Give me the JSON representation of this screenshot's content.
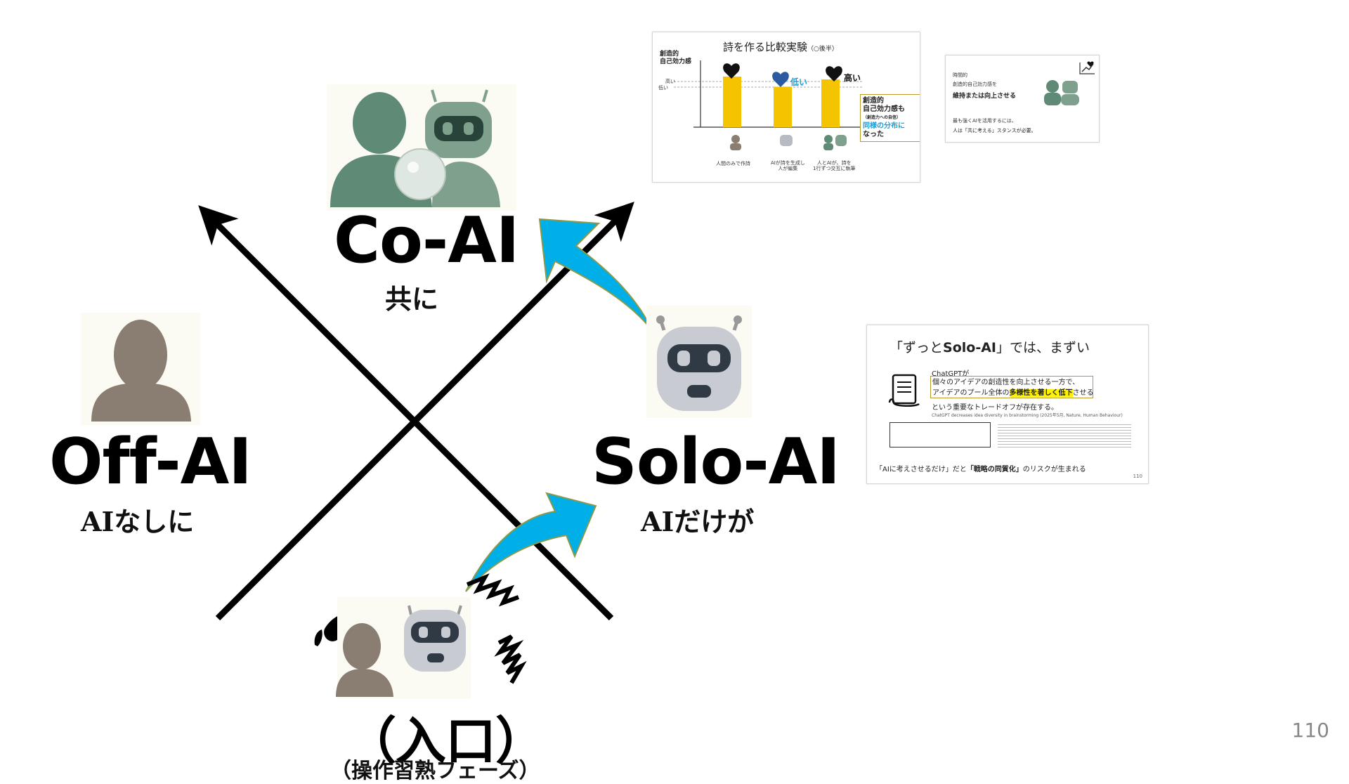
{
  "labels": {
    "co_ai": "Co-AI",
    "co_ai_sub": "共に",
    "off_ai": "Off-AI",
    "off_ai_sub": "AIなしに",
    "solo_ai": "Solo-AI",
    "solo_ai_sub": "AIだけが",
    "entrance": "（入口）",
    "entrance_sub": "（操作習熟フェーズ）"
  },
  "colors": {
    "arrow_black": "#000000",
    "arrow_blue": "#00aee8",
    "chart_bar": "#f5c400",
    "highlight_yellow": "#fff200",
    "accent_blue": "#1aa0d8"
  },
  "thumbnail_poem": {
    "title": "詩を作る比較実験",
    "title_note": "（○後半）",
    "ylabel_line1": "創造的",
    "ylabel_line2": "自己効力感",
    "level_high": "高い",
    "level_low": "低い",
    "tick_high": "高い",
    "tick_low": "低い",
    "label_low": "低い",
    "label_high": "高い",
    "callout_line1": "創造的",
    "callout_line2": "自己効力感も",
    "callout_line3": "（創造力への自信）",
    "callout_line4": "同様の分布に",
    "callout_line5": "なった",
    "cat_1": "人間のみで作詩",
    "cat_2a": "AIが詩を生成し",
    "cat_2b": "人が編集",
    "cat_3a": "人とAIが、詩を",
    "cat_3b": "1行ずつ交互に執筆"
  },
  "chart_data": {
    "type": "bar",
    "categories": [
      "人間のみで作詩",
      "AIが詩を生成し人が編集",
      "人とAIが、詩を1行ずつ交互に執筆"
    ],
    "values": [
      0.9,
      0.72,
      0.85
    ],
    "ylabel": "創造的自己効力感"
  },
  "thumbnail_small": {
    "line1": "維持または向上させる",
    "line2": "人は「共に考える」スタンスが必要。",
    "tiny1": "時間的",
    "tiny2": "創造的自己効力感を",
    "tiny3": "最も強くAIを活用するには、"
  },
  "thumbnail_solo": {
    "title_pre": "「ずっと",
    "title_bold": "Solo-AI",
    "title_post": "」では、まずい",
    "line0": "ChatGPTが",
    "line1": "個々のアイデアの創造性を向上させる一方で、",
    "line2_pre": "アイデアのプール全体の",
    "line2_hl": "多様性を著しく低下",
    "line2_post": "させる",
    "line3": "という重要なトレードオフが存在する。",
    "citation": "ChatGPT decreases idea diversity in brainstorming (2025年5月, Nature, Human Behaviour)",
    "footer_pre": "「AIに考えさせるだけ」だと",
    "footer_bold": "「戦略の同質化」",
    "footer_post": "のリスクが生まれる",
    "page": "110"
  },
  "page_number": "110"
}
